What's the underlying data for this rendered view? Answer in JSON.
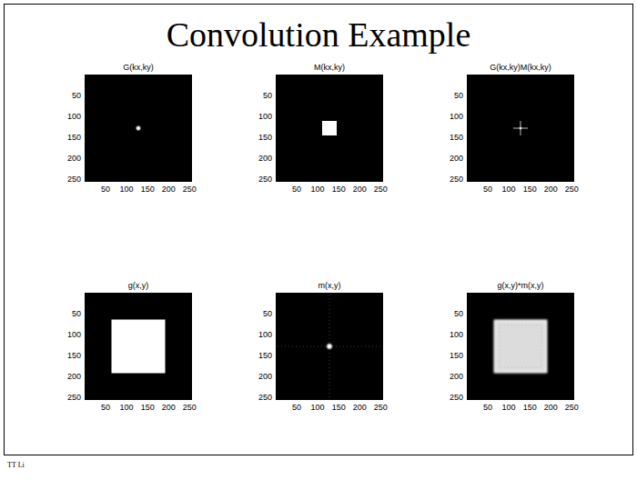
{
  "diagram": {
    "title": "Convolution Example",
    "nodes": [
      {
        "text": [
          "G(kx,ky)"
        ]
      },
      {
        "text": [
          "M(kx,ky)"
        ]
      },
      {
        "text": [
          "G(kx,ky)M(kx,ky)"
        ]
      },
      {
        "text": [
          "g(x,y)"
        ]
      },
      {
        "text": [
          "m(x,y)"
        ]
      },
      {
        "text": [
          "g(x,y)*m(x,y)"
        ]
      }
    ],
    "labels": [
      "50",
      "100",
      "150",
      "200",
      "250",
      "50",
      "100",
      "150",
      "200",
      "250",
      "50",
      "100",
      "150",
      "200",
      "250",
      "50",
      "100",
      "150",
      "200",
      "250",
      "50",
      "100",
      "150",
      "200",
      "250",
      "50",
      "100",
      "150",
      "200",
      "250",
      "50",
      "100",
      "150",
      "200",
      "250",
      "50",
      "100",
      "150",
      "200",
      "250",
      "50",
      "100",
      "150",
      "200",
      "250",
      "50",
      "100",
      "150",
      "200",
      "250",
      "50",
      "100",
      "150",
      "200",
      "250",
      "50",
      "100",
      "150",
      "200",
      "250",
      "TT Li"
    ]
  }
}
